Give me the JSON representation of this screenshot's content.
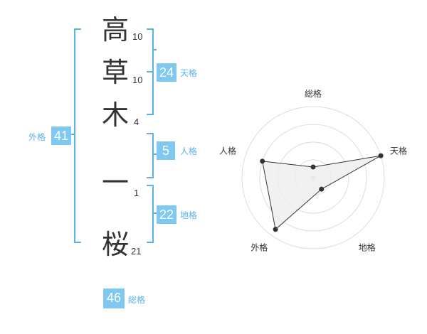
{
  "name": {
    "chars": [
      {
        "char": "高",
        "strokes": "10"
      },
      {
        "char": "草",
        "strokes": "10"
      },
      {
        "char": "木",
        "strokes": "4"
      },
      {
        "char": "一",
        "strokes": "1"
      },
      {
        "char": "桜",
        "strokes": "21"
      }
    ]
  },
  "fortune": {
    "tenkaku": {
      "value": "24",
      "label": "天格"
    },
    "jinkaku": {
      "value": "5",
      "label": "人格"
    },
    "chikaku": {
      "value": "22",
      "label": "地格"
    },
    "gaikaku": {
      "value": "41",
      "label": "外格"
    },
    "soukaku": {
      "value": "46",
      "label": "総格"
    }
  },
  "chart_data": {
    "type": "radar",
    "axes": [
      "総格",
      "天格",
      "地格",
      "外格",
      "人格"
    ],
    "rings": 4,
    "values": [
      0.15,
      1.0,
      0.2,
      0.9,
      0.75
    ],
    "color": "#333333",
    "fill": "#eeeeee"
  },
  "colors": {
    "accent": "#5ab4ea",
    "box": "#7ec8f2"
  }
}
